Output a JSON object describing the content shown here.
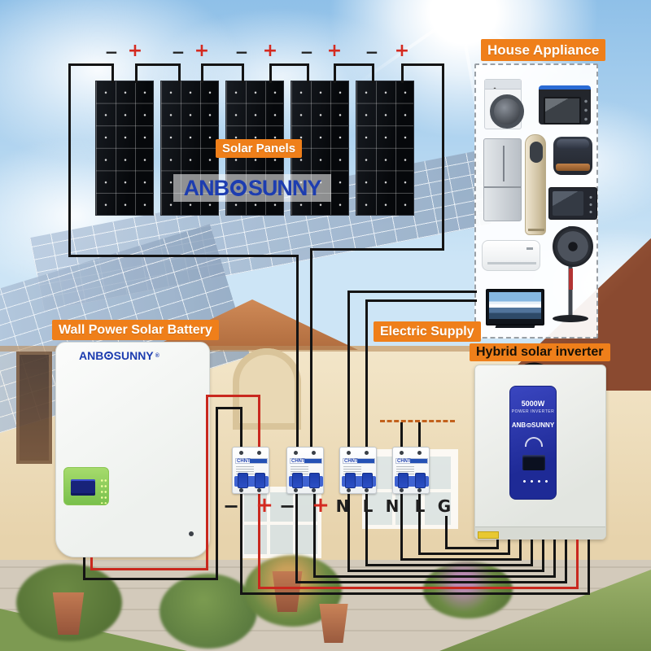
{
  "brand": {
    "full": "ANBOSUNNY",
    "prefix": "ANB",
    "suffix": "SUNNY",
    "registered_mark": "®"
  },
  "section_labels": {
    "solar_panels": "Solar Panels",
    "house_appliance": "House Appliance",
    "battery": "Wall Power Solar Battery",
    "electric_supply": "Electric Supply",
    "inverter": "Hybrid solar inverter"
  },
  "panel_terminals": [
    "−",
    "+",
    "−",
    "+",
    "−",
    "+",
    "−",
    "+",
    "−",
    "+"
  ],
  "breaker_terminals": [
    "−",
    "+",
    "−",
    "+",
    "N",
    "L",
    "N",
    "L",
    "G"
  ],
  "breaker_brand": "CHNT",
  "inverter_panel": {
    "power": "5000W",
    "subtitle": "POWER INVERTER"
  },
  "appliance_icons": [
    "washing-machine",
    "toaster-oven",
    "refrigerator",
    "tower-air-conditioner",
    "rice-cooker",
    "microwave",
    "wall-air-conditioner",
    "stand-fan",
    "television"
  ],
  "colors": {
    "label_orange": "#ef7f1a",
    "brand_blue": "#1d3db0",
    "wire_black": "#141414",
    "wire_red": "#c9281e",
    "inverter_blue": "#2733a8",
    "battery_green": "#8fd05e"
  }
}
